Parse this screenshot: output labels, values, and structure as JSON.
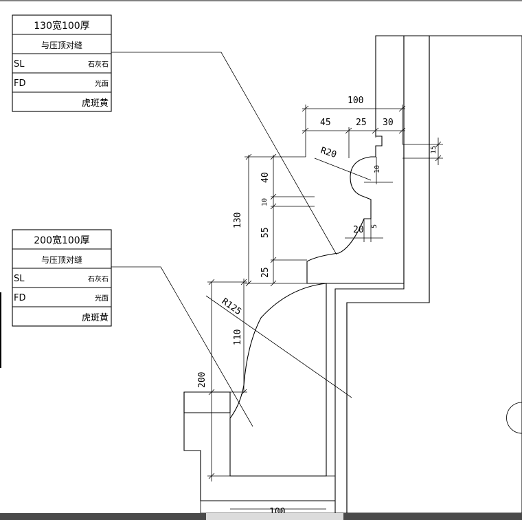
{
  "table_top": {
    "title": "130宽100厚",
    "subtitle": "与压顶对缝",
    "rows": [
      {
        "code": "SL",
        "value": "石灰石"
      },
      {
        "code": "FD",
        "value": "光面"
      }
    ],
    "footer": "虎斑黄"
  },
  "table_bottom": {
    "title": "200宽100厚",
    "subtitle": "与压顶对缝",
    "rows": [
      {
        "code": "SL",
        "value": "石灰石"
      },
      {
        "code": "FD",
        "value": "光面"
      }
    ],
    "footer": "虎斑黄"
  },
  "dims": {
    "d100_top": "100",
    "d45": "45",
    "d25_top": "25",
    "d30": "30",
    "d15": "15",
    "r20": "R20",
    "d10_right": "10",
    "d40": "40",
    "d10_left": "10",
    "d130": "130",
    "d55": "55",
    "d20": "20",
    "d5": "5",
    "d25_left": "25",
    "r125": "R125",
    "d110": "110",
    "d200": "200",
    "d100_bottom": "100"
  },
  "colors": {
    "line": "#000000",
    "background": "#ffffff",
    "statusbar": "#4a4a4a"
  }
}
